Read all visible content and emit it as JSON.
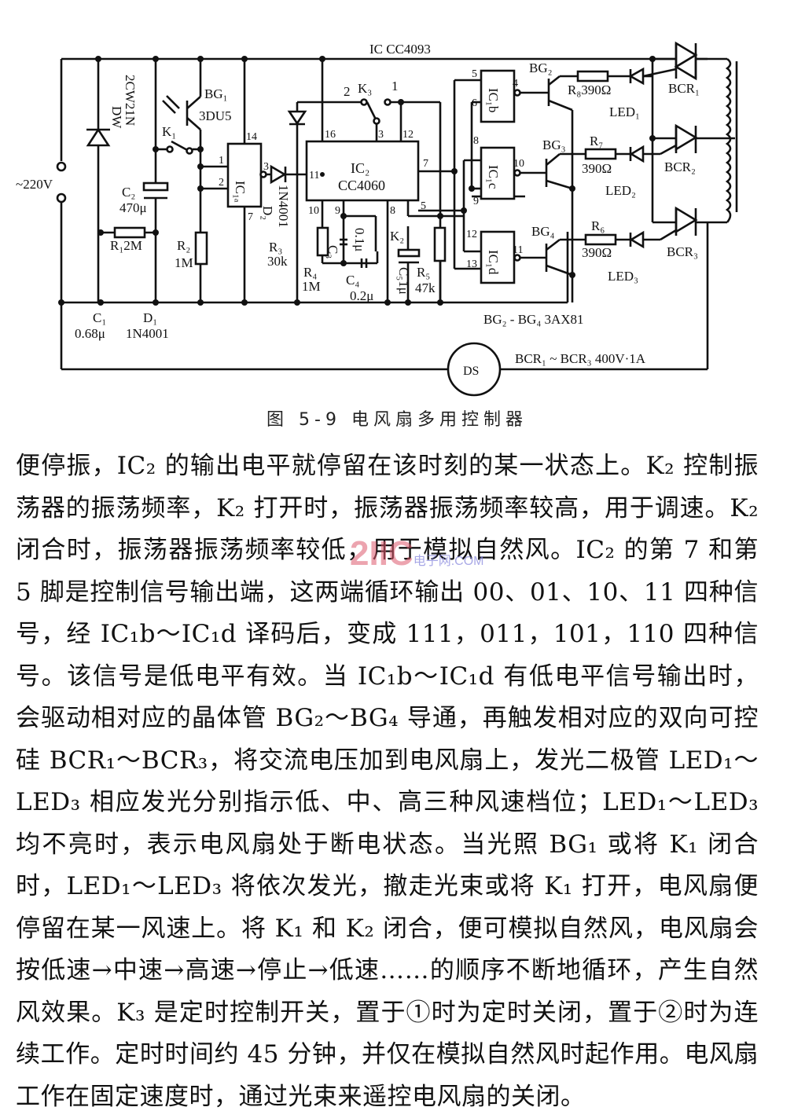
{
  "figure": {
    "caption": "图 5-9  电风扇多用控制器",
    "labels": {
      "ic1": "IC  CC4093",
      "supply": "~220V",
      "dw": "DW",
      "dw_part": "2CW21N",
      "bg1": "BG₁",
      "bg1_part": "3DU5",
      "k1": "K₁",
      "c2": "C₂",
      "c2_val": "470μ",
      "r1": "R₁2M",
      "r2": "R₂",
      "r2_val": "1M",
      "c1": "C₁",
      "c1_val": "0.68μ",
      "d1": "D₁",
      "d1_part": "1N4001",
      "ic1a": "IC₁ₐ",
      "d2": "D₂",
      "d2_part": "1N4001",
      "r3": "R₃",
      "r3_val": "30k",
      "r4": "R₄",
      "r4_val": "1M",
      "c3": "C₃",
      "c3_val": "0.1μ",
      "c4": "C₄",
      "c4_val": "0.2μ",
      "k3": "K₃",
      "k3_pos1": "1",
      "k3_pos2": "2",
      "ic2": "IC₂",
      "ic2_part": "CC4060",
      "k2": "K₂",
      "c5": "C₅1μ",
      "r5": "R₅",
      "r5_val": "47k",
      "ic1b": "IC₁b",
      "ic1c": "IC₁c",
      "ic1d": "IC₁d",
      "bg2": "BG₂",
      "bg3": "BG₃",
      "bg4": "BG₄",
      "r8": "R₈390Ω",
      "r7": "R₇",
      "r7_val": "390Ω",
      "r6": "R₆",
      "r6_val": "390Ω",
      "led1": "LED₁",
      "led2": "LED₂",
      "led3": "LED₃",
      "bcr1": "BCR₁",
      "bcr2": "BCR₂",
      "bcr3": "BCR₃",
      "bg_note": "BG₂ - BG₄  3AX81",
      "bcr_note": "BCR₁ ~ BCR₃  400V·1A",
      "motor": "DS",
      "pins": {
        "p1": "1",
        "p2": "2",
        "p3": "3",
        "p14": "14",
        "p7": "7",
        "p16": "16",
        "p3b": "3",
        "p12": "12",
        "p11": "11",
        "p7b": "7",
        "p10": "10",
        "p9": "9",
        "p8": "8",
        "p5": "5",
        "g5": "5",
        "g6": "6",
        "g4": "4",
        "g8": "8",
        "g9": "9",
        "g10": "10",
        "g12": "12",
        "g13": "13",
        "g11": "11"
      }
    }
  },
  "body": {
    "paragraph": "便停振，IC₂ 的输出电平就停留在该时刻的某一状态上。K₂ 控制振荡器的振荡频率，K₂ 打开时，振荡器振荡频率较高，用于调速。K₂ 闭合时，振荡器振荡频率较低，用于模拟自然风。IC₂ 的第 7 和第 5 脚是控制信号输出端，这两端循环输出 00、01、10、11 四种信号，经 IC₁b～IC₁d 译码后，变成 111，011，101，110 四种信号。该信号是低电平有效。当 IC₁b～IC₁d 有低电平信号输出时，会驱动相对应的晶体管 BG₂～BG₄ 导通，再触发相对应的双向可控硅 BCR₁～BCR₃，将交流电压加到电风扇上，发光二极管 LED₁～LED₃ 相应发光分别指示低、中、高三种风速档位；LED₁～LED₃ 均不亮时，表示电风扇处于断电状态。当光照 BG₁ 或将 K₁ 闭合时，LED₁～LED₃ 将依次发光，撤走光束或将 K₁ 打开，电风扇便停留在某一风速上。将 K₁ 和 K₂ 闭合，便可模拟自然风，电风扇会按低速→中速→高速→停止→低速……的顺序不断地循环，产生自然风效果。K₃ 是定时控制开关，置于①时为定时关闭，置于②时为连续工作。定时时间约 45 分钟，并仅在模拟自然风时起作用。电风扇工作在固定速度时，通过光束来遥控电风扇的关闭。"
  },
  "watermark": {
    "main": "2IIC",
    "sub": "电子网.COM"
  }
}
